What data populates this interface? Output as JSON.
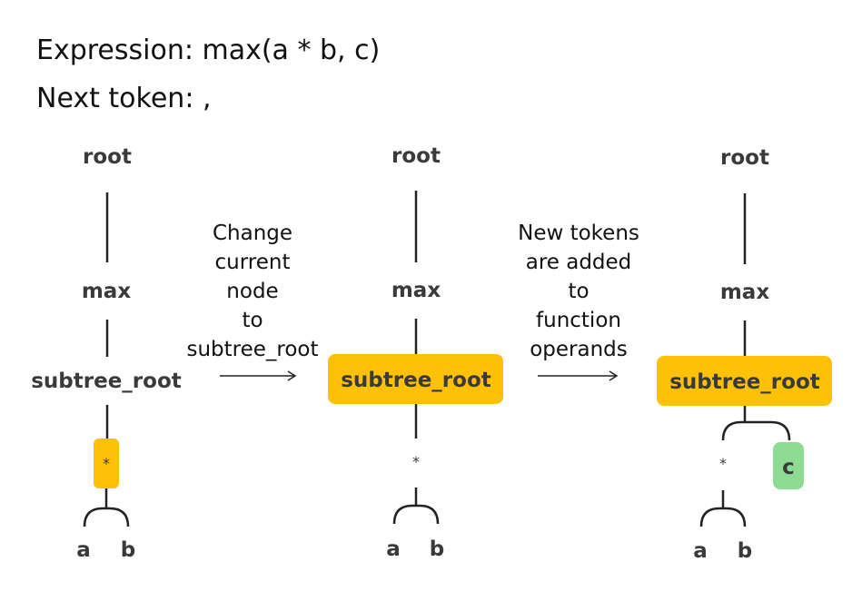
{
  "header": {
    "expression_label": "Expression: max(a * b, c)",
    "next_token_label": "Next token: ,"
  },
  "colors": {
    "highlight": "#FFC107",
    "new_node": "#8EDB93",
    "text": "#3a3a3a",
    "line": "#222222"
  },
  "stages": [
    {
      "root": "root",
      "func": "max",
      "subtree": "subtree_root",
      "op": "*",
      "left": "a",
      "right": "b"
    },
    {
      "root": "root",
      "func": "max",
      "subtree": "subtree_root",
      "op": "*",
      "left": "a",
      "right": "b"
    },
    {
      "root": "root",
      "func": "max",
      "subtree": "subtree_root",
      "op": "*",
      "left": "a",
      "right": "b",
      "new_operand": "c"
    }
  ],
  "transitions": [
    {
      "lines": [
        "Change",
        "current",
        "node",
        "to",
        "subtree_root"
      ]
    },
    {
      "lines": [
        "New tokens",
        "are added",
        "to",
        "function",
        "operands"
      ]
    }
  ]
}
